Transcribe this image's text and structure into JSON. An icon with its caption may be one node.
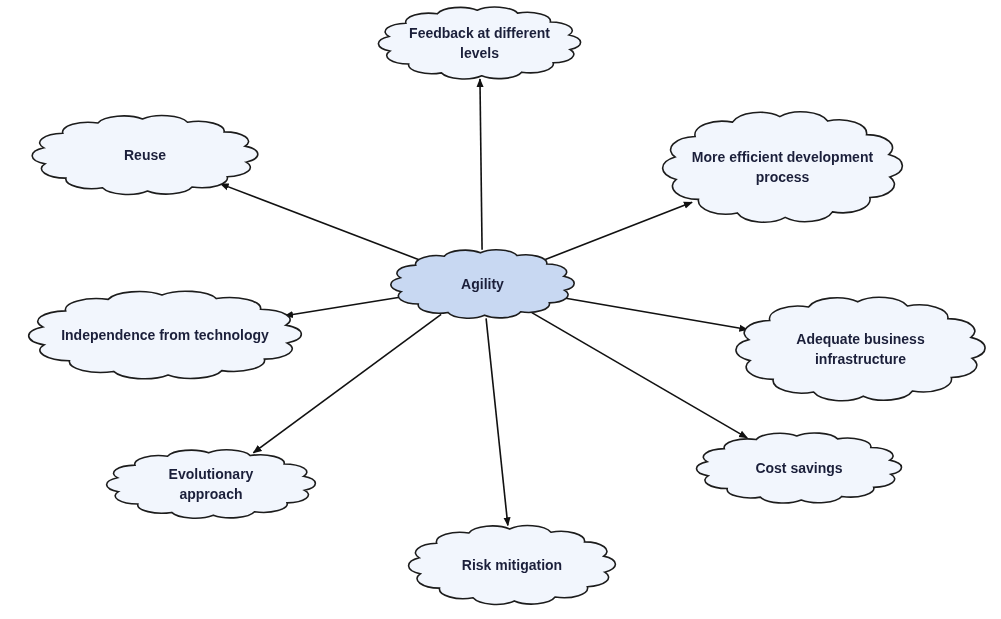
{
  "diagram": {
    "nodes": [
      {
        "text": [
          "Feedback at different levels"
        ]
      },
      {
        "text": [
          "Reuse"
        ]
      },
      {
        "text": [
          "More efficient development process"
        ]
      },
      {
        "text": [
          "Agility"
        ]
      },
      {
        "text": [
          "Independence from technology"
        ]
      },
      {
        "text": [
          "Adequate business infrastructure"
        ]
      },
      {
        "text": [
          "Evolutionary approach"
        ]
      },
      {
        "text": [
          "Cost savings"
        ]
      },
      {
        "text": [
          "Risk mitigation"
        ]
      }
    ],
    "edges": [
      {
        "from": 3,
        "to": 0,
        "arrow": "to"
      },
      {
        "from": 3,
        "to": 1,
        "arrow": "to"
      },
      {
        "from": 3,
        "to": 2,
        "arrow": "to"
      },
      {
        "from": 3,
        "to": 4,
        "arrow": "to"
      },
      {
        "from": 3,
        "to": 5,
        "arrow": "to"
      },
      {
        "from": 3,
        "to": 6,
        "arrow": "to"
      },
      {
        "from": 3,
        "to": 7,
        "arrow": "to"
      },
      {
        "from": 3,
        "to": 8,
        "arrow": "to"
      }
    ]
  }
}
